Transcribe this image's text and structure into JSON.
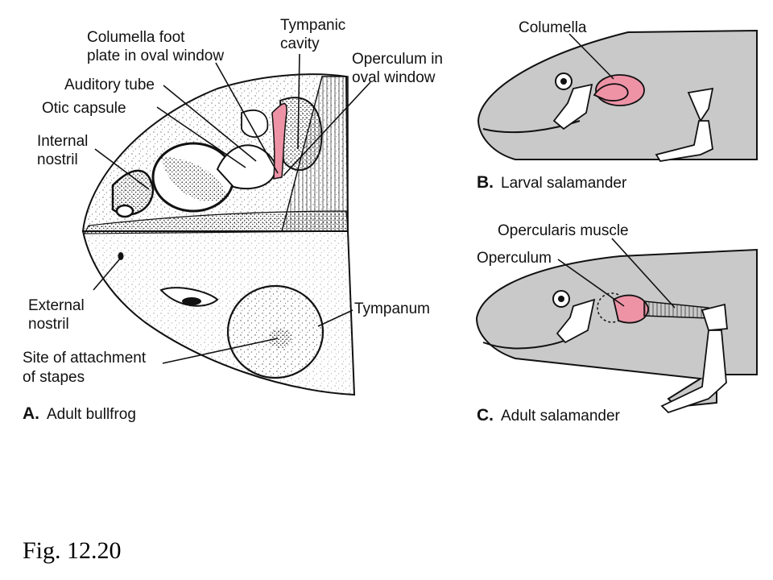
{
  "figure_caption": "Fig. 12.20",
  "colors": {
    "skin": "#c9c9c9",
    "pink": "#ee93a6",
    "bone": "#ffffff",
    "outline": "#111111"
  },
  "panel_a": {
    "letter": "A.",
    "name": "Adult bullfrog",
    "labels": {
      "columella_foot_1": "Columella foot",
      "columella_foot_2": "plate in oval window",
      "tympanic_1": "Tympanic",
      "tympanic_2": "cavity",
      "operculum_1": "Operculum in",
      "operculum_2": "oval window",
      "auditory_tube": "Auditory tube",
      "otic_capsule": "Otic capsule",
      "internal_nostril_1": "Internal",
      "internal_nostril_2": "nostril",
      "external_nostril_1": "External",
      "external_nostril_2": "nostril",
      "tympanum": "Tympanum",
      "stapes_1": "Site of attachment",
      "stapes_2": "of stapes"
    }
  },
  "panel_b": {
    "letter": "B.",
    "name": "Larval salamander",
    "labels": {
      "columella": "Columella"
    }
  },
  "panel_c": {
    "letter": "C.",
    "name": "Adult salamander",
    "labels": {
      "opercularis": "Opercularis muscle",
      "operculum": "Operculum"
    }
  }
}
